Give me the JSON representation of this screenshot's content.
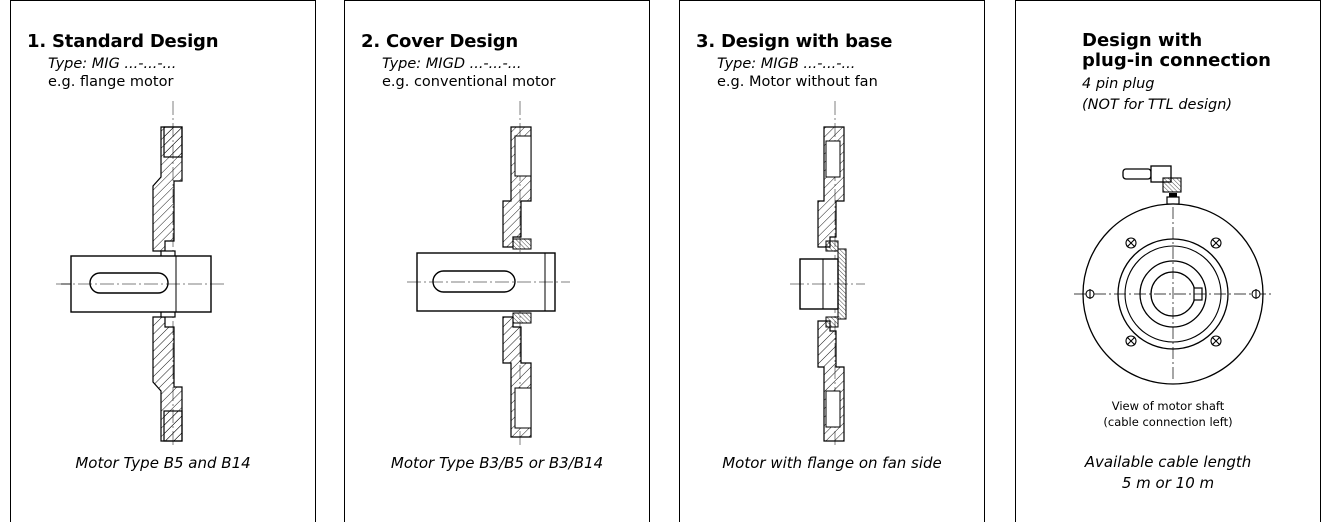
{
  "panels": [
    {
      "title": "1. Standard Design",
      "type": "Type: MIG ...-...-...",
      "example": "e.g. flange motor",
      "caption": "Motor Type B5 and B14"
    },
    {
      "title": "2. Cover Design",
      "type": "Type: MIGD ...-...-...",
      "example": "e.g. conventional motor",
      "caption": "Motor Type B3/B5 or B3/B14"
    },
    {
      "title": "3. Design with base",
      "type": "Type: MIGB ...-...-...",
      "example": "e.g. Motor without fan",
      "caption": "Motor with flange on fan side"
    }
  ],
  "plug_panel": {
    "title_line1": "Design with",
    "title_line2": "plug-in connection",
    "sub_line1": "4 pin plug",
    "sub_line2": "(NOT for TTL design)",
    "view_line1": "View of motor shaft",
    "view_line2": "(cable connection left)",
    "caption_line1": "Available cable length",
    "caption_line2": "5 m or 10 m"
  }
}
